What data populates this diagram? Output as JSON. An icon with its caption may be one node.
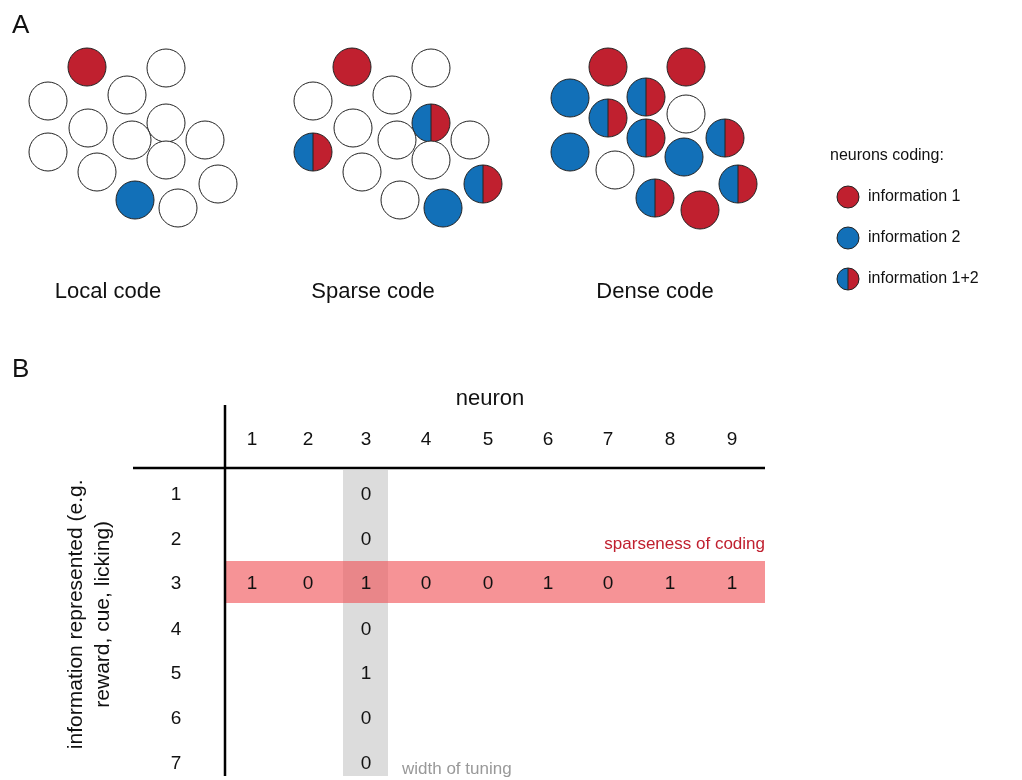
{
  "diagram": {
    "labels": [
      "A",
      "Local code",
      "Sparse code",
      "Dense code",
      "neurons coding:",
      "B",
      "neuron",
      "1",
      "2",
      "3",
      "4",
      "5",
      "6",
      "7",
      "8",
      "9",
      "information represented (e.g. reward, cue, licking)",
      "1",
      "0",
      "2",
      "0",
      "sparseness of coding",
      "3",
      "1",
      "0",
      "1",
      "0",
      "0",
      "1",
      "0",
      "1",
      "1",
      "4",
      "0",
      "5",
      "1",
      "6",
      "0",
      "7",
      "0",
      "width of tuning"
    ],
    "legend": [
      {
        "text": "information 1",
        "color": "#c0202f"
      },
      {
        "text": "information 2",
        "color": "#1270b8"
      },
      {
        "text": "information 1+2"
      }
    ]
  }
}
